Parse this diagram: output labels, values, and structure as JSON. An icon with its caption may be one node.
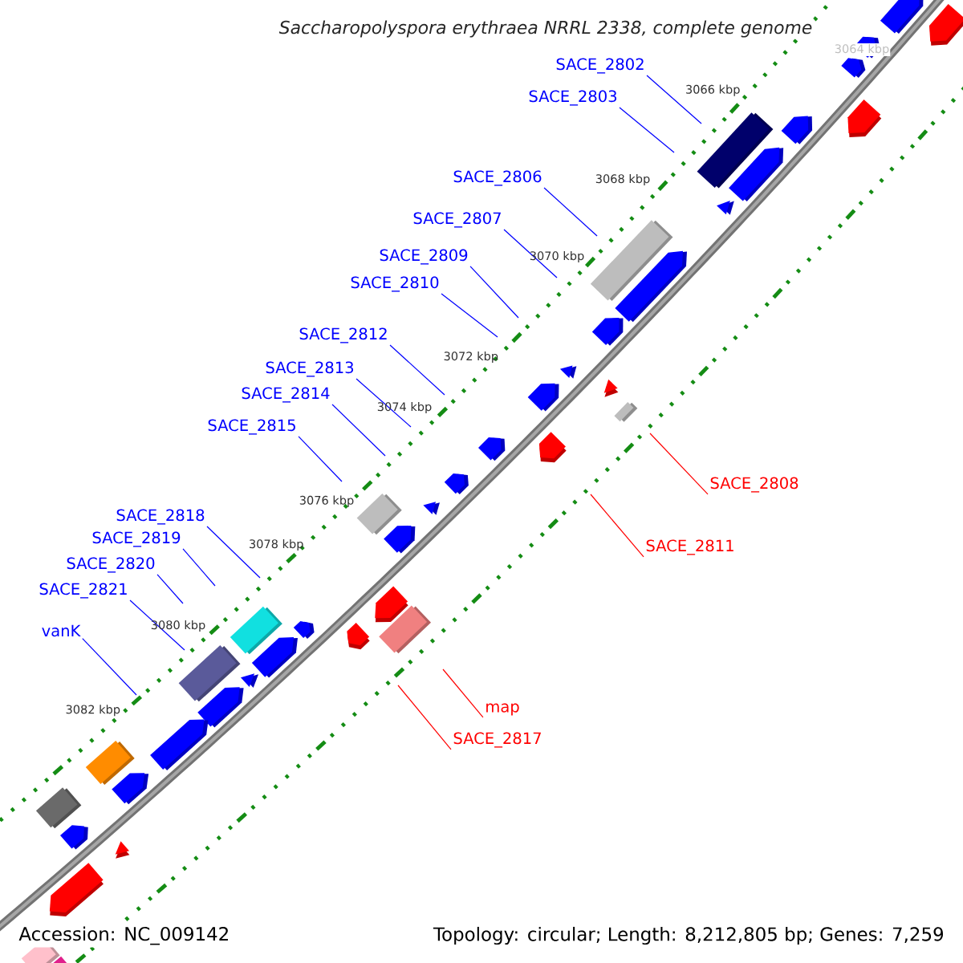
{
  "diagram": {
    "title": "Saccharopolyspora erythraea NRRL 2338, complete genome",
    "nodes": [
      {
        "text": [
          "SACE_2802"
        ]
      },
      {
        "text": [
          "SACE_2803"
        ]
      },
      {
        "text": [
          "SACE_2806"
        ]
      },
      {
        "text": [
          "SACE_2807"
        ]
      },
      {
        "text": [
          "SACE_2809"
        ]
      },
      {
        "text": [
          "SACE_2810"
        ]
      },
      {
        "text": [
          "SACE_2812"
        ]
      },
      {
        "text": [
          "SACE_2813"
        ]
      },
      {
        "text": [
          "SACE_2814"
        ]
      },
      {
        "text": [
          "SACE_2815"
        ]
      },
      {
        "text": [
          "SACE_2818"
        ]
      },
      {
        "text": [
          "SACE_2819"
        ]
      },
      {
        "text": [
          "SACE_2820"
        ]
      },
      {
        "text": [
          "SACE_2821"
        ]
      },
      {
        "text": [
          "vanK"
        ]
      },
      {
        "text": [
          "SACE_2808"
        ]
      },
      {
        "text": [
          "SACE_2811"
        ]
      },
      {
        "text": [
          "map"
        ]
      },
      {
        "text": [
          "SACE_2817"
        ]
      }
    ],
    "edges": [
      {
        "from": 0,
        "to": null,
        "arrow": "none"
      },
      {
        "from": 1,
        "to": null,
        "arrow": "none"
      },
      {
        "from": 2,
        "to": null,
        "arrow": "none"
      },
      {
        "from": 3,
        "to": null,
        "arrow": "none"
      },
      {
        "from": 4,
        "to": null,
        "arrow": "none"
      },
      {
        "from": 5,
        "to": null,
        "arrow": "none"
      },
      {
        "from": 6,
        "to": null,
        "arrow": "none"
      },
      {
        "from": 7,
        "to": null,
        "arrow": "none"
      },
      {
        "from": 8,
        "to": null,
        "arrow": "none"
      },
      {
        "from": 9,
        "to": null,
        "arrow": "none"
      },
      {
        "from": 10,
        "to": null,
        "arrow": "none"
      },
      {
        "from": 11,
        "to": null,
        "arrow": "none"
      },
      {
        "from": 12,
        "to": null,
        "arrow": "none"
      },
      {
        "from": 13,
        "to": null,
        "arrow": "none"
      },
      {
        "from": 14,
        "to": null,
        "arrow": "none"
      },
      {
        "from": 15,
        "to": null,
        "arrow": "none",
        "color": "#ff0000"
      },
      {
        "from": 16,
        "to": null,
        "arrow": "none",
        "color": "#ff0000"
      },
      {
        "from": 17,
        "to": null,
        "arrow": "none",
        "color": "#ff0000"
      },
      {
        "from": 18,
        "to": null,
        "arrow": "none",
        "color": "#ff0000"
      }
    ],
    "labels": [
      "3064 kbp",
      "3066 kbp",
      "3068 kbp",
      "3070 kbp",
      "3072 kbp",
      "3074 kbp",
      "3076 kbp",
      "3078 kbp",
      "3080 kbp",
      "3082 kbp",
      "Accession: NC_009142",
      "Topology: circular; Length: 8,212,805 bp; Genes: 7,259"
    ]
  }
}
